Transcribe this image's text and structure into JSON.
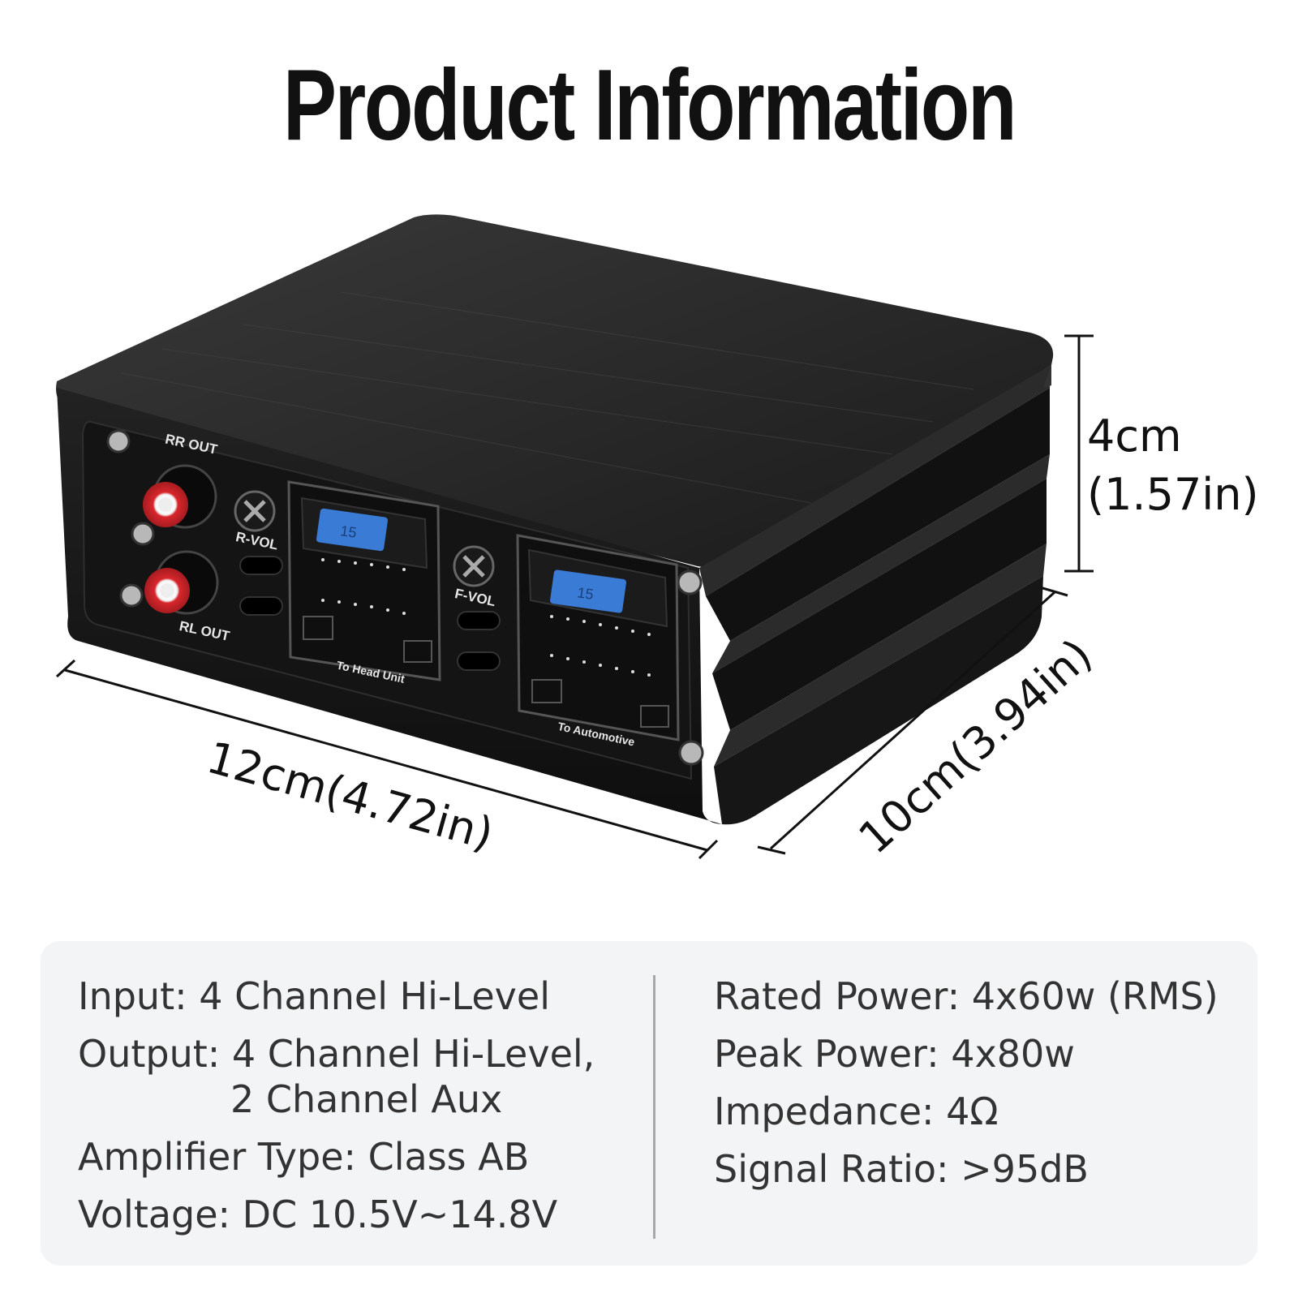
{
  "title": "Product Information",
  "dimensions": {
    "width_label": "12cm(4.72in)",
    "depth_label": "10cm(3.94in)",
    "height_label_line1": "4cm",
    "height_label_line2": "(1.57in)"
  },
  "device_labels": {
    "rr_out": "RR OUT",
    "rl_out": "RL OUT",
    "r_vol": "R-VOL",
    "f_vol": "F-VOL",
    "to_head_unit": "To Head Unit",
    "to_automotive": "To Automotive",
    "fuse": "15"
  },
  "specs": {
    "left": [
      {
        "text": "Input: 4 Channel Hi-Level"
      },
      {
        "text": "Output: 4 Channel Hi-Level,",
        "cont": "2 Channel Aux"
      },
      {
        "text": "Amplifier Type: Class AB"
      },
      {
        "text": "Voltage: DC 10.5V~14.8V"
      }
    ],
    "right": [
      {
        "text": "Rated Power: 4x60w (RMS)"
      },
      {
        "text": "Peak Power: 4x80w"
      },
      {
        "text": "Impedance: 4Ω"
      },
      {
        "text": "Signal Ratio: >95dB"
      }
    ]
  },
  "colors": {
    "device_body": "#1c1c1c",
    "rca_red": "#d8262c",
    "fuse_blue": "#3a7bd5",
    "panel_bg": "#f3f4f5"
  }
}
